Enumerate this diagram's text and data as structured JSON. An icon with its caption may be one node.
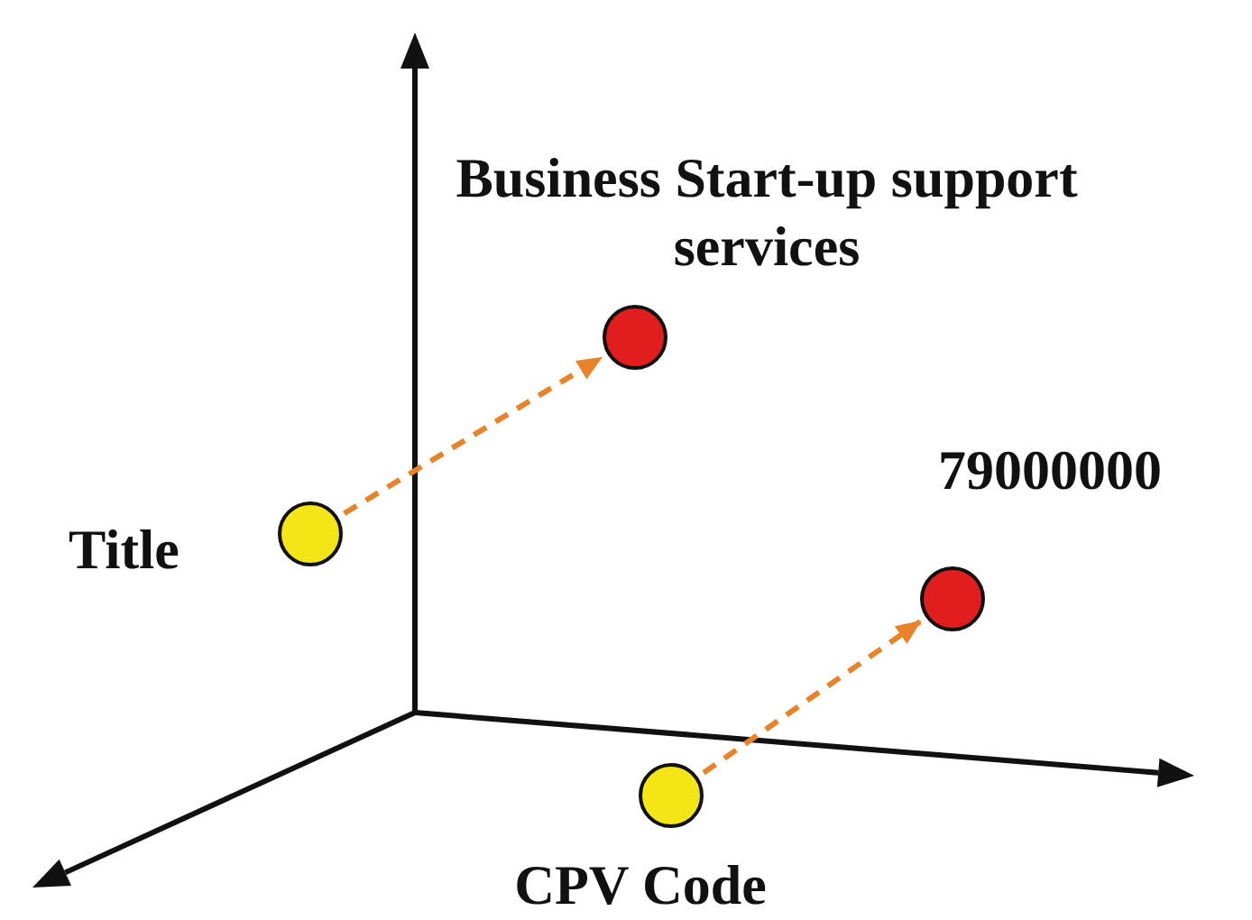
{
  "diagram": {
    "nodes": [
      {
        "text": [],
        "shape": "circle",
        "beside": [
          "Title"
        ]
      },
      {
        "text": [],
        "shape": "circle",
        "beside": [
          "Business Start-up support services"
        ]
      },
      {
        "text": [],
        "shape": "circle",
        "beside": [
          "CPV Code"
        ]
      },
      {
        "text": [],
        "shape": "circle",
        "beside": [
          "79000000"
        ]
      }
    ],
    "edges": [
      {
        "from": 0,
        "to": 1,
        "arrow": "to",
        "style": "dashed",
        "color": "#e8832a"
      },
      {
        "from": 2,
        "to": 3,
        "arrow": "to",
        "style": "dashed",
        "color": "#e8832a"
      }
    ]
  }
}
